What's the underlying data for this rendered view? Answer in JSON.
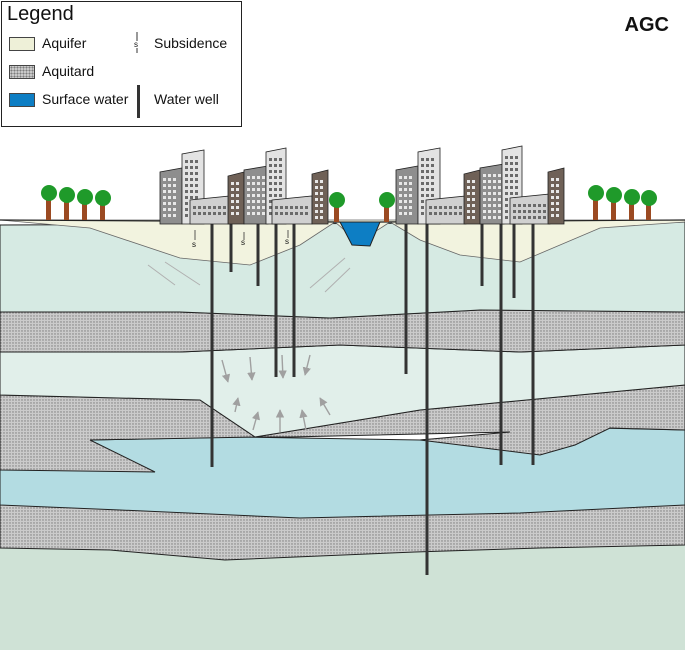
{
  "legend": {
    "title": "Legend",
    "items": {
      "aquifer": "Aquifer",
      "aquitard": "Aquitard",
      "surface_water": "Surface water",
      "subsidence": "Subsidence",
      "water_well": "Water well"
    }
  },
  "corner_label": "AGC",
  "subsidence_symbol": "s",
  "colors": {
    "aquifer_light": "#f2f3df",
    "aquifer_upper": "#d6eae3",
    "aquifer_mid": "#e1efea",
    "aquifer_deep": "#b3dce2",
    "bottom_layer": "#cfe2d6",
    "aquitard": "#c9c9c9",
    "surface_water": "#0d7ec4",
    "well": "#333333",
    "tree_canopy": "#1f9a2a",
    "tree_trunk": "#9b4a22"
  }
}
